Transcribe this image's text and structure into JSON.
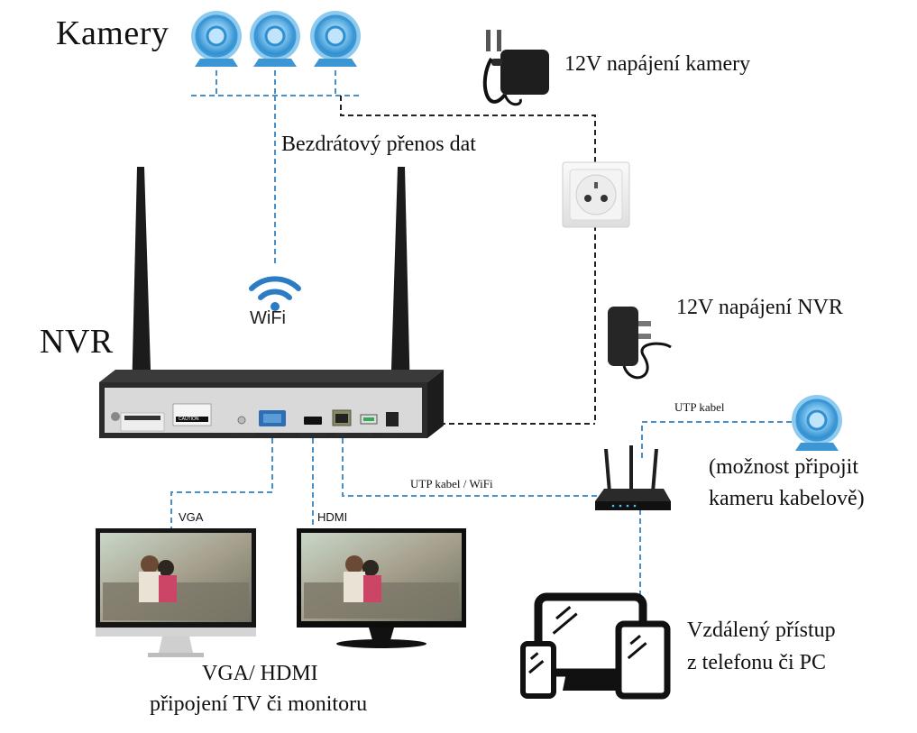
{
  "labels": {
    "cameras": "Kamery",
    "nvr": "NVR",
    "camera_power": "12V napájení kamery",
    "wireless": "Bezdrátový přenos dat",
    "nvr_power": "12V napájení NVR",
    "utp": "UTP kabel",
    "utp_wifi": "UTP kabel / WiFi",
    "cable_cam_line1": "(možnost připojit",
    "cable_cam_line2": "kameru kabelově)",
    "vga": "VGA",
    "hdmi": "HDMI",
    "tv_line1": "VGA/ HDMI",
    "tv_line2": "připojení TV či monitoru",
    "remote_line1": "Vzdálený přístup",
    "remote_line2": "z telefonu či PC",
    "wifi": "WiFi"
  },
  "nvr_ports": {
    "caution": "CAUTION",
    "audio_out": "AUDIO OUT",
    "vga": "VGA",
    "hdmi_output": "HD OUTPUT",
    "wan": "WAN",
    "usb": "USB",
    "dc": "DC12V"
  },
  "colors": {
    "wifi_blue": "#2b7cc4",
    "dashed_blue": "#4a90c8",
    "dashed_black": "#222222",
    "nvr_body": "#2b2b2b"
  },
  "icons": [
    "camera-icon",
    "power-adapter-icon",
    "wall-socket-icon",
    "wifi-icon",
    "router-icon",
    "monitor-icon",
    "tablet-icon",
    "phone-icon"
  ]
}
